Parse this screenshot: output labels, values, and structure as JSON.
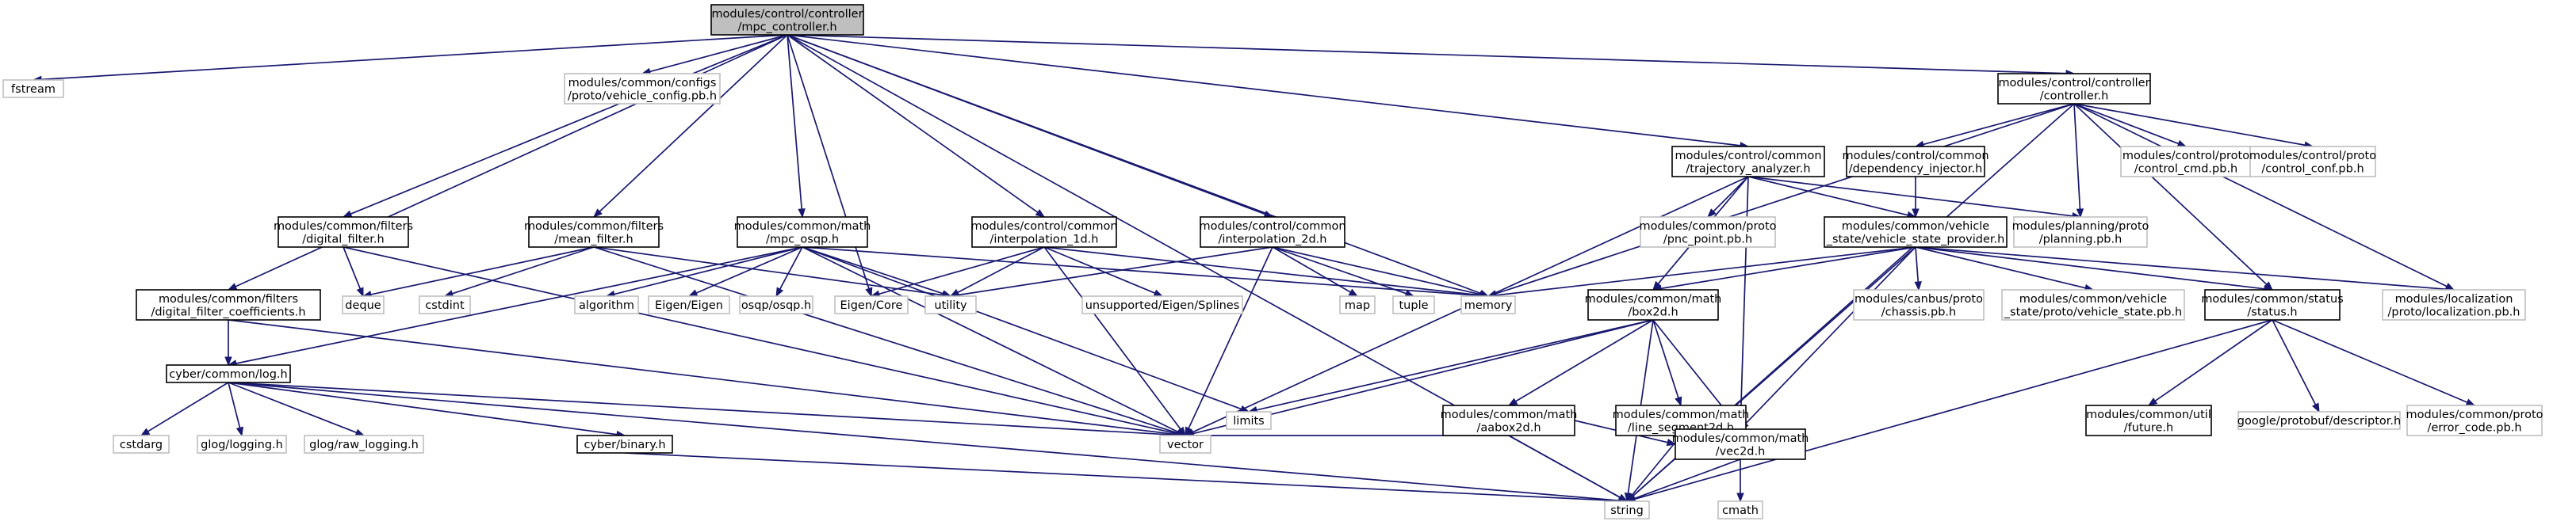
{
  "colors": {
    "edge": "#191970",
    "local_border": "#000000",
    "system_border": "#bfbfbf",
    "root_fill": "#bfbfbf",
    "local_text": "#000000",
    "system_text": "#3f3f3f"
  },
  "nodes": [
    {
      "id": "root",
      "lines": [
        "modules/control/controller",
        "/mpc_controller.h"
      ],
      "kind": "root"
    },
    {
      "id": "fstream",
      "lines": [
        "fstream"
      ],
      "kind": "system"
    },
    {
      "id": "vehicle_config",
      "lines": [
        "modules/common/configs",
        "/proto/vehicle_config.pb.h"
      ],
      "kind": "system"
    },
    {
      "id": "controller",
      "lines": [
        "modules/control/controller",
        "/controller.h"
      ],
      "kind": "local"
    },
    {
      "id": "trajectory_analyzer",
      "lines": [
        "modules/control/common",
        "/trajectory_analyzer.h"
      ],
      "kind": "local"
    },
    {
      "id": "dependency_injector",
      "lines": [
        "modules/control/common",
        "/dependency_injector.h"
      ],
      "kind": "local"
    },
    {
      "id": "control_cmd",
      "lines": [
        "modules/control/proto",
        "/control_cmd.pb.h"
      ],
      "kind": "system"
    },
    {
      "id": "control_conf",
      "lines": [
        "modules/control/proto",
        "/control_conf.pb.h"
      ],
      "kind": "system"
    },
    {
      "id": "digital_filter",
      "lines": [
        "modules/common/filters",
        "/digital_filter.h"
      ],
      "kind": "local"
    },
    {
      "id": "mean_filter",
      "lines": [
        "modules/common/filters",
        "/mean_filter.h"
      ],
      "kind": "local"
    },
    {
      "id": "mpc_osqp",
      "lines": [
        "modules/common/math",
        "/mpc_osqp.h"
      ],
      "kind": "local"
    },
    {
      "id": "interpolation_1d",
      "lines": [
        "modules/control/common",
        "/interpolation_1d.h"
      ],
      "kind": "local"
    },
    {
      "id": "interpolation_2d",
      "lines": [
        "modules/control/common",
        "/interpolation_2d.h"
      ],
      "kind": "local"
    },
    {
      "id": "pnc_point",
      "lines": [
        "modules/common/proto",
        "/pnc_point.pb.h"
      ],
      "kind": "system"
    },
    {
      "id": "vehicle_state_provider",
      "lines": [
        "modules/common/vehicle",
        "_state/vehicle_state_provider.h"
      ],
      "kind": "local"
    },
    {
      "id": "planning_pb",
      "lines": [
        "modules/planning/proto",
        "/planning.pb.h"
      ],
      "kind": "system"
    },
    {
      "id": "digital_filter_coefficients",
      "lines": [
        "modules/common/filters",
        "/digital_filter_coefficients.h"
      ],
      "kind": "local"
    },
    {
      "id": "deque",
      "lines": [
        "deque"
      ],
      "kind": "system"
    },
    {
      "id": "cstdint",
      "lines": [
        "cstdint"
      ],
      "kind": "system"
    },
    {
      "id": "utility",
      "lines": [
        "utility"
      ],
      "kind": "system"
    },
    {
      "id": "algorithm",
      "lines": [
        "algorithm"
      ],
      "kind": "system"
    },
    {
      "id": "eigen_eigen",
      "lines": [
        "Eigen/Eigen"
      ],
      "kind": "system"
    },
    {
      "id": "osqp",
      "lines": [
        "osqp/osqp.h"
      ],
      "kind": "system"
    },
    {
      "id": "eigen_core",
      "lines": [
        "Eigen/Core"
      ],
      "kind": "system"
    },
    {
      "id": "splines",
      "lines": [
        "unsupported/Eigen/Splines"
      ],
      "kind": "system"
    },
    {
      "id": "map",
      "lines": [
        "map"
      ],
      "kind": "system"
    },
    {
      "id": "tuple",
      "lines": [
        "tuple"
      ],
      "kind": "system"
    },
    {
      "id": "memory",
      "lines": [
        "memory"
      ],
      "kind": "system"
    },
    {
      "id": "box2d",
      "lines": [
        "modules/common/math",
        "/box2d.h"
      ],
      "kind": "local"
    },
    {
      "id": "chassis_pb",
      "lines": [
        "modules/canbus/proto",
        "/chassis.pb.h"
      ],
      "kind": "system"
    },
    {
      "id": "vehicle_state_pb",
      "lines": [
        "modules/common/vehicle",
        "_state/proto/vehicle_state.pb.h"
      ],
      "kind": "system"
    },
    {
      "id": "status",
      "lines": [
        "modules/common/status",
        "/status.h"
      ],
      "kind": "local"
    },
    {
      "id": "localization_pb",
      "lines": [
        "modules/localization",
        "/proto/localization.pb.h"
      ],
      "kind": "system"
    },
    {
      "id": "log",
      "lines": [
        "cyber/common/log.h"
      ],
      "kind": "local"
    },
    {
      "id": "limits",
      "lines": [
        "limits"
      ],
      "kind": "system"
    },
    {
      "id": "aabox2d",
      "lines": [
        "modules/common/math",
        "/aabox2d.h"
      ],
      "kind": "local"
    },
    {
      "id": "line_segment2d",
      "lines": [
        "modules/common/math",
        "/line_segment2d.h"
      ],
      "kind": "local"
    },
    {
      "id": "future",
      "lines": [
        "modules/common/util",
        "/future.h"
      ],
      "kind": "local"
    },
    {
      "id": "descriptor",
      "lines": [
        "google/protobuf/descriptor.h"
      ],
      "kind": "system"
    },
    {
      "id": "error_code",
      "lines": [
        "modules/common/proto",
        "/error_code.pb.h"
      ],
      "kind": "system"
    },
    {
      "id": "cstdarg",
      "lines": [
        "cstdarg"
      ],
      "kind": "system"
    },
    {
      "id": "glog_logging",
      "lines": [
        "glog/logging.h"
      ],
      "kind": "system"
    },
    {
      "id": "glog_raw_logging",
      "lines": [
        "glog/raw_logging.h"
      ],
      "kind": "system"
    },
    {
      "id": "cyber_binary",
      "lines": [
        "cyber/binary.h"
      ],
      "kind": "local"
    },
    {
      "id": "vector",
      "lines": [
        "vector"
      ],
      "kind": "system"
    },
    {
      "id": "vec2d",
      "lines": [
        "modules/common/math",
        "/vec2d.h"
      ],
      "kind": "local"
    },
    {
      "id": "string",
      "lines": [
        "string"
      ],
      "kind": "system"
    },
    {
      "id": "cmath",
      "lines": [
        "cmath"
      ],
      "kind": "system"
    }
  ],
  "edges": [
    [
      "root",
      "fstream"
    ],
    [
      "root",
      "vehicle_config"
    ],
    [
      "root",
      "controller"
    ],
    [
      "root",
      "trajectory_analyzer"
    ],
    [
      "root",
      "digital_filter"
    ],
    [
      "root",
      "digital_filter_coefficients"
    ],
    [
      "root",
      "mean_filter"
    ],
    [
      "root",
      "mpc_osqp"
    ],
    [
      "root",
      "interpolation_1d"
    ],
    [
      "root",
      "interpolation_2d"
    ],
    [
      "root",
      "eigen_core"
    ],
    [
      "root",
      "memory"
    ],
    [
      "root",
      "string"
    ],
    [
      "controller",
      "memory"
    ],
    [
      "controller",
      "dependency_injector"
    ],
    [
      "controller",
      "control_cmd"
    ],
    [
      "controller",
      "control_conf"
    ],
    [
      "controller",
      "planning_pb"
    ],
    [
      "controller",
      "localization_pb"
    ],
    [
      "controller",
      "status"
    ],
    [
      "controller",
      "string"
    ],
    [
      "trajectory_analyzer",
      "pnc_point"
    ],
    [
      "trajectory_analyzer",
      "planning_pb"
    ],
    [
      "trajectory_analyzer",
      "vehicle_state_provider"
    ],
    [
      "trajectory_analyzer",
      "box2d"
    ],
    [
      "trajectory_analyzer",
      "vec2d"
    ],
    [
      "trajectory_analyzer",
      "vector"
    ],
    [
      "dependency_injector",
      "vehicle_state_provider"
    ],
    [
      "vehicle_state_provider",
      "memory"
    ],
    [
      "vehicle_state_provider",
      "box2d"
    ],
    [
      "vehicle_state_provider",
      "chassis_pb"
    ],
    [
      "vehicle_state_provider",
      "vehicle_state_pb"
    ],
    [
      "vehicle_state_provider",
      "status"
    ],
    [
      "vehicle_state_provider",
      "localization_pb"
    ],
    [
      "vehicle_state_provider",
      "vec2d"
    ],
    [
      "vehicle_state_provider",
      "string"
    ],
    [
      "digital_filter",
      "deque"
    ],
    [
      "digital_filter",
      "vector"
    ],
    [
      "digital_filter_coefficients",
      "log"
    ],
    [
      "digital_filter_coefficients",
      "vector"
    ],
    [
      "mean_filter",
      "deque"
    ],
    [
      "mean_filter",
      "cstdint"
    ],
    [
      "mean_filter",
      "utility"
    ],
    [
      "mean_filter",
      "vector"
    ],
    [
      "mpc_osqp",
      "log"
    ],
    [
      "mpc_osqp",
      "algorithm"
    ],
    [
      "mpc_osqp",
      "eigen_eigen"
    ],
    [
      "mpc_osqp",
      "osqp"
    ],
    [
      "mpc_osqp",
      "utility"
    ],
    [
      "mpc_osqp",
      "limits"
    ],
    [
      "mpc_osqp",
      "memory"
    ],
    [
      "mpc_osqp",
      "vector"
    ],
    [
      "interpolation_1d",
      "utility"
    ],
    [
      "interpolation_1d",
      "eigen_core"
    ],
    [
      "interpolation_1d",
      "splines"
    ],
    [
      "interpolation_1d",
      "memory"
    ],
    [
      "interpolation_1d",
      "vector"
    ],
    [
      "interpolation_2d",
      "utility"
    ],
    [
      "interpolation_2d",
      "map"
    ],
    [
      "interpolation_2d",
      "tuple"
    ],
    [
      "interpolation_2d",
      "memory"
    ],
    [
      "interpolation_2d",
      "vector"
    ],
    [
      "box2d",
      "limits"
    ],
    [
      "box2d",
      "vector"
    ],
    [
      "box2d",
      "aabox2d"
    ],
    [
      "box2d",
      "line_segment2d"
    ],
    [
      "box2d",
      "vec2d"
    ],
    [
      "box2d",
      "string"
    ],
    [
      "aabox2d",
      "vector"
    ],
    [
      "aabox2d",
      "vec2d"
    ],
    [
      "aabox2d",
      "string"
    ],
    [
      "line_segment2d",
      "vec2d"
    ],
    [
      "line_segment2d",
      "string"
    ],
    [
      "status",
      "future"
    ],
    [
      "status",
      "descriptor"
    ],
    [
      "status",
      "error_code"
    ],
    [
      "status",
      "string"
    ],
    [
      "log",
      "cstdarg"
    ],
    [
      "log",
      "glog_logging"
    ],
    [
      "log",
      "glog_raw_logging"
    ],
    [
      "log",
      "cyber_binary"
    ],
    [
      "log",
      "string"
    ],
    [
      "log",
      "vector"
    ],
    [
      "cyber_binary",
      "string"
    ],
    [
      "vec2d",
      "string"
    ],
    [
      "vec2d",
      "cmath"
    ]
  ]
}
